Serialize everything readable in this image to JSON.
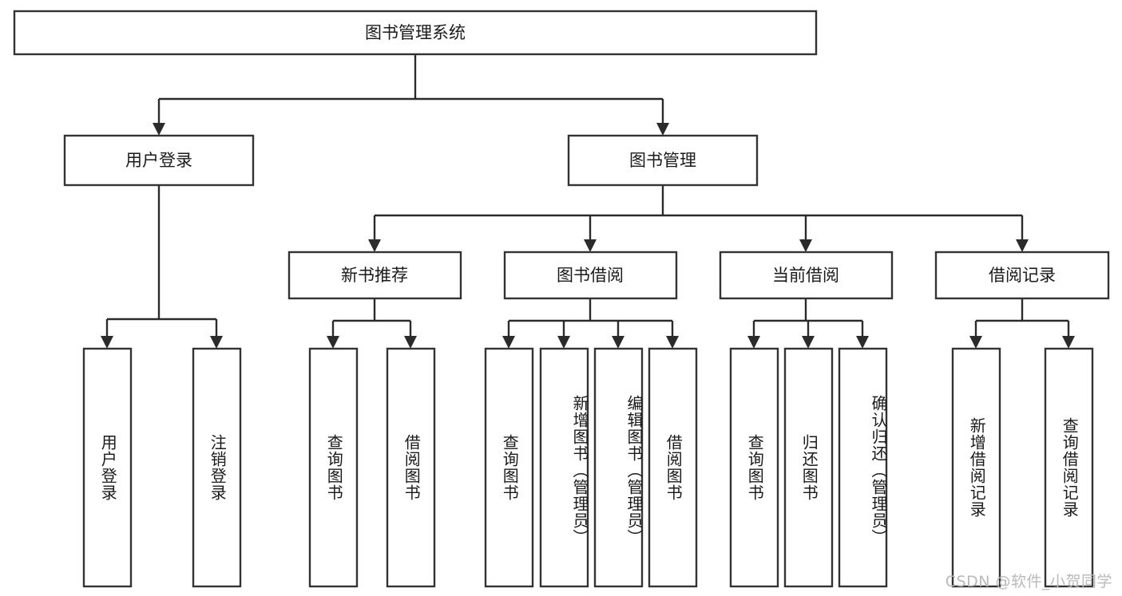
{
  "diagram": {
    "title": "图书管理系统",
    "type": "tree",
    "orientation": "top-down",
    "colors": {
      "box_stroke": "#333333",
      "box_fill": "#ffffff",
      "connector": "#2b2b2b",
      "text": "#1a1a1a",
      "watermark": "#b9b9b9",
      "background": "#ffffff"
    },
    "root": {
      "label": "图书管理系统"
    },
    "level2": [
      {
        "id": "user-login",
        "label": "用户登录"
      },
      {
        "id": "book-manage",
        "label": "图书管理"
      }
    ],
    "level3": [
      {
        "id": "new-book-rec",
        "label": "新书推荐"
      },
      {
        "id": "book-borrow",
        "label": "图书借阅"
      },
      {
        "id": "current-borrow",
        "label": "当前借阅"
      },
      {
        "id": "borrow-record",
        "label": "借阅记录"
      }
    ],
    "leaves": {
      "user-login": [
        {
          "id": "leaf-user-login",
          "label": "用户登录"
        },
        {
          "id": "leaf-logout",
          "label": "注销登录"
        }
      ],
      "new-book-rec": [
        {
          "id": "leaf-query-book-1",
          "label": "查询图书"
        },
        {
          "id": "leaf-borrow-book-1",
          "label": "借阅图书"
        }
      ],
      "book-borrow": [
        {
          "id": "leaf-query-book-2",
          "label": "查询图书"
        },
        {
          "id": "leaf-add-book",
          "label": "新增图书（管理员）"
        },
        {
          "id": "leaf-edit-book",
          "label": "编辑图书（管理员）"
        },
        {
          "id": "leaf-borrow-book-2",
          "label": "借阅图书"
        }
      ],
      "current-borrow": [
        {
          "id": "leaf-query-book-3",
          "label": "查询图书"
        },
        {
          "id": "leaf-return-book",
          "label": "归还图书"
        },
        {
          "id": "leaf-confirm-return",
          "label": "确认归还（管理员）"
        }
      ],
      "borrow-record": [
        {
          "id": "leaf-add-record",
          "label": "新增借阅记录"
        },
        {
          "id": "leaf-query-record",
          "label": "查询借阅记录"
        }
      ]
    }
  },
  "watermark": {
    "text": "CSDN @软件_小贺同学"
  }
}
